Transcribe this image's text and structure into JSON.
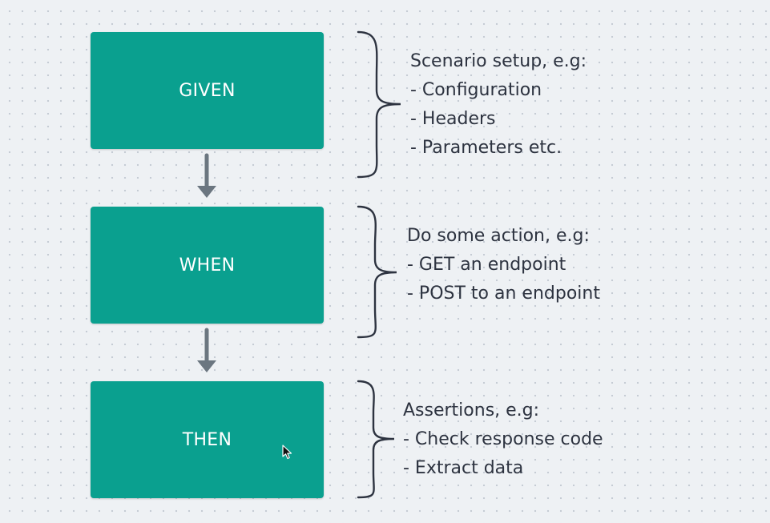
{
  "steps": [
    {
      "label": "GIVEN"
    },
    {
      "label": "WHEN"
    },
    {
      "label": "THEN"
    }
  ],
  "notes": [
    {
      "lines": [
        "Scenario setup, e.g:",
        "- Configuration",
        "- Headers",
        "- Parameters etc."
      ]
    },
    {
      "lines": [
        "Do some action, e.g:",
        "- GET an endpoint",
        "- POST to an endpoint"
      ]
    },
    {
      "lines": [
        "Assertions, e.g:",
        "- Check response code",
        "- Extract data"
      ]
    }
  ],
  "colors": {
    "step_fill": "#0aa08f",
    "step_text": "#ffffff",
    "connector": "#6b7680",
    "note_text": "#2d3340",
    "canvas": "#eef1f4"
  }
}
